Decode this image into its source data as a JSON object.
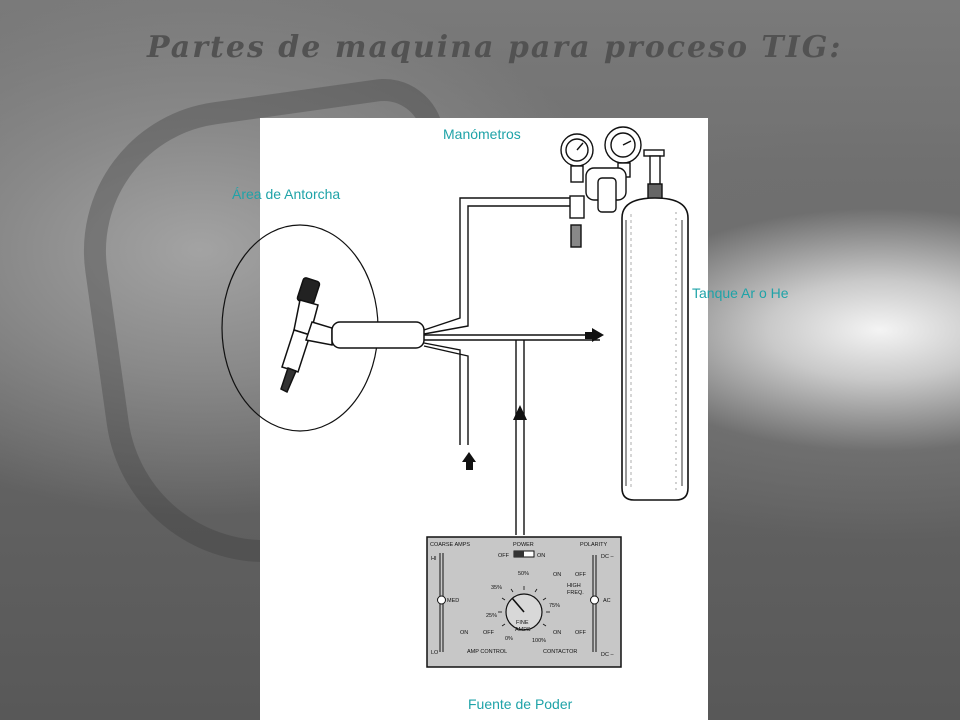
{
  "title": "Partes de maquina para proceso  TIG:",
  "labels": {
    "manometros": "Manómetros",
    "area_antorcha": "Área de Antorcha",
    "tanque": "Tanque Ar o He",
    "fuente": "Fuente de Poder"
  },
  "control_panel": {
    "coarse_amps": "COARSE AMPS",
    "hi": "HI",
    "med": "MED",
    "lo": "LO",
    "power": "POWER",
    "off": "OFF",
    "on": "ON",
    "polarity": "POLARITY",
    "dc_minus_top": "DC –",
    "ac": "AC",
    "dc_minus_bottom": "DC –",
    "high_freq": "HIGH",
    "high_freq2": "FREQ.",
    "hf_on": "ON",
    "hf_off": "OFF",
    "contactor_on": "ON",
    "contactor_off": "OFF",
    "contactor": "CONTACTOR",
    "amp_on": "ON",
    "amp_off": "OFF",
    "amp_control": "AMP CONTROL",
    "fine": "FINE",
    "amps": "AMPS",
    "p50": "50%",
    "p35": "35%",
    "p25": "25%",
    "p0": "0%",
    "p75": "75%",
    "p100": "100%"
  },
  "colors": {
    "label": "#1fa3a8",
    "title": "#525252"
  }
}
